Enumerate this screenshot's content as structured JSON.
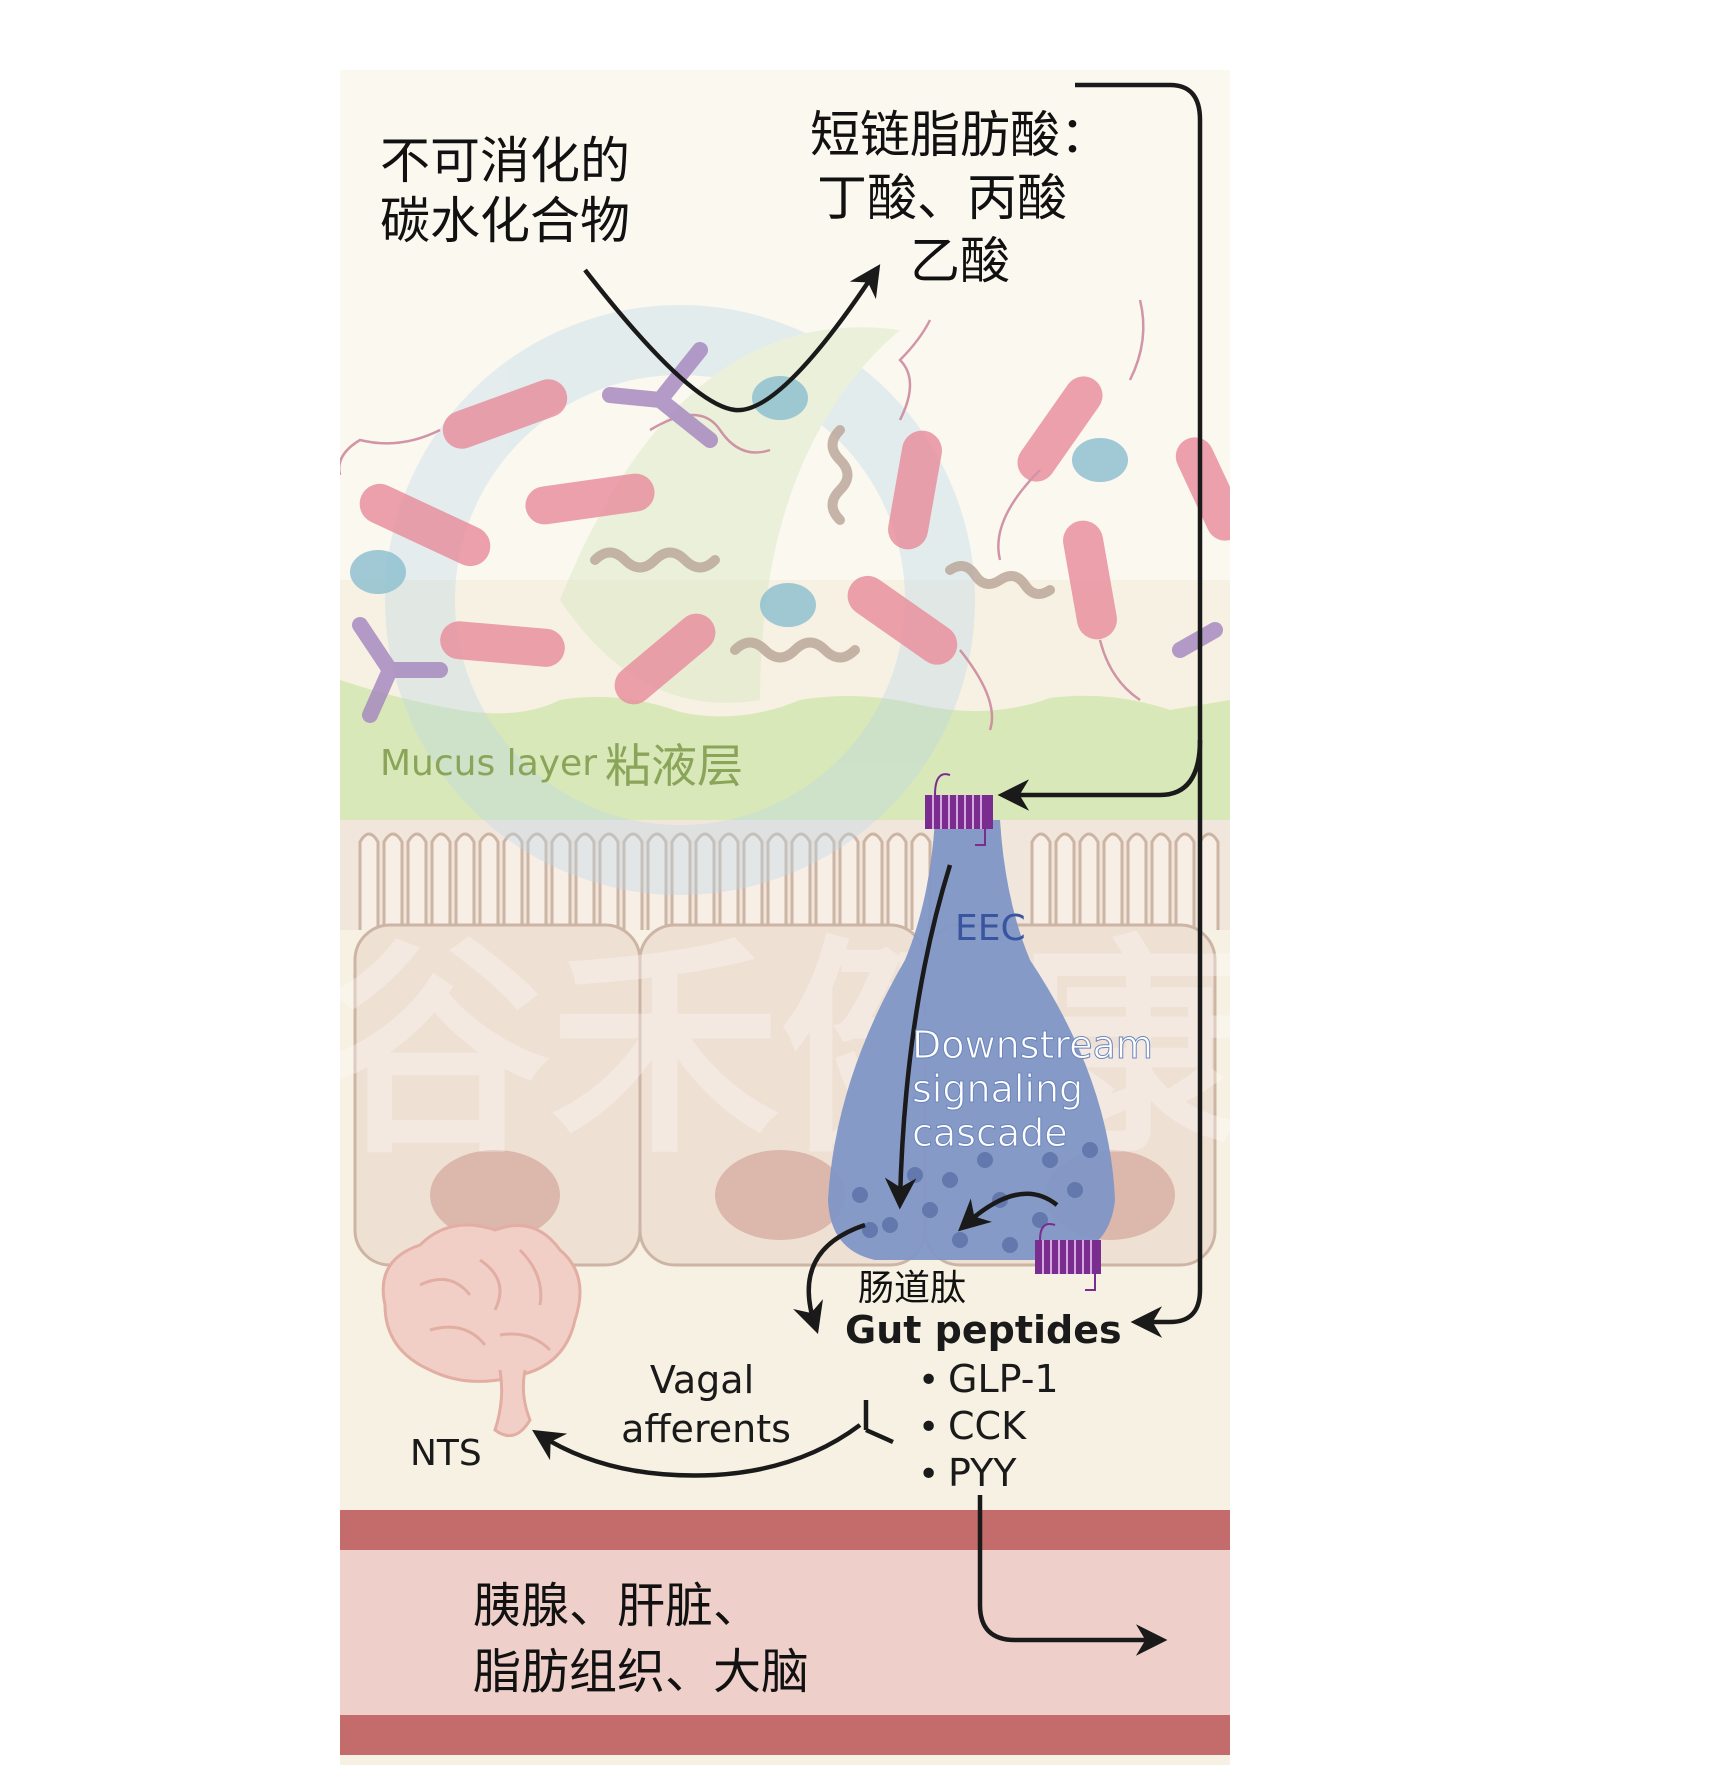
{
  "labels": {
    "carbs_line1": "不可消化的",
    "carbs_line2": "碳水化合物",
    "scfa_line1": "短链脂肪酸：",
    "scfa_line2": "丁酸、丙酸",
    "scfa_line3": "乙酸",
    "mucus_en": "Mucus layer",
    "mucus_cn": "粘液层",
    "eec": "EEC",
    "cascade_line1": "Downstream",
    "cascade_line2": "signaling",
    "cascade_line3": "cascade",
    "gut_peptides_cn": "肠道肽",
    "gut_peptides_en": "Gut peptides",
    "peptide_items": [
      "GLP-1",
      "CCK",
      "PYY"
    ],
    "vagal_line1": "Vagal",
    "vagal_line2": "afferents",
    "nts": "NTS",
    "targets_line1": "胰腺、肝脏、",
    "targets_line2": "脂肪组织、大脑"
  },
  "watermark": "谷禾健康",
  "bullet": "•",
  "colors": {
    "lumen_bg": "#f7f3e6",
    "mucus": "#d6e6b4",
    "mucus_text": "#8aa55a",
    "epithelium": "#ede0d3",
    "epithelium_stroke": "#c9b2a2",
    "nucleus": "#d8b3a8",
    "eec_fill": "#7d94c4",
    "eec_text": "#3a55a0",
    "receptor": "#7a2d8f",
    "vessel_dark": "#c46a6a",
    "vessel_light": "#ecc9c4",
    "bacteria_pink": "#e88ea0",
    "bacteria_teal": "#8dbfcf",
    "bacteria_purple": "#a98cc0",
    "spirochete": "#bba89a"
  }
}
